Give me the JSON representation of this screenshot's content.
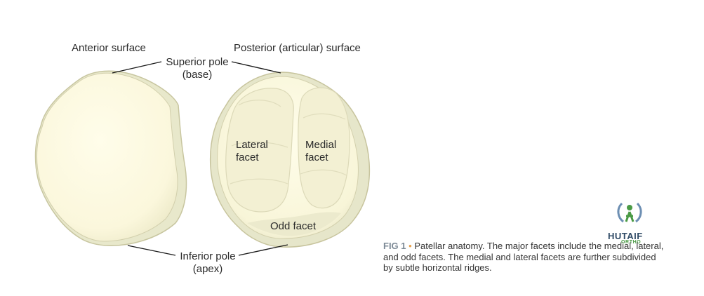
{
  "labels": {
    "anterior_surface": "Anterior surface",
    "posterior_surface": "Posterior (articular) surface",
    "superior_pole_line1": "Superior pole",
    "superior_pole_line2": "(base)",
    "inferior_pole_line1": "Inferior pole",
    "inferior_pole_line2": "(apex)",
    "lateral_facet_line1": "Lateral",
    "lateral_facet_line2": "facet",
    "medial_facet_line1": "Medial",
    "medial_facet_line2": "facet",
    "odd_facet": "Odd facet"
  },
  "caption": {
    "fig_label": "FIG 1",
    "bullet": "•",
    "text": " Patellar anatomy. The major facets include the medial, lateral, and odd facets. The medial and lateral facets are further subdivided by subtle horizontal ridges."
  },
  "watermark": {
    "name": "HUTAIF",
    "sub": "ORTHO",
    "icon": "figure-logo-icon"
  },
  "colors": {
    "bone_fill": "#fbf8e1",
    "bone_shadow": "#e6e6c8",
    "bone_outline": "#c6c39c",
    "facet_fill": "#f2efd2",
    "leader_line": "#1a1a1a",
    "caption_label": "#7d8a96",
    "caption_bullet": "#e7a04a"
  }
}
